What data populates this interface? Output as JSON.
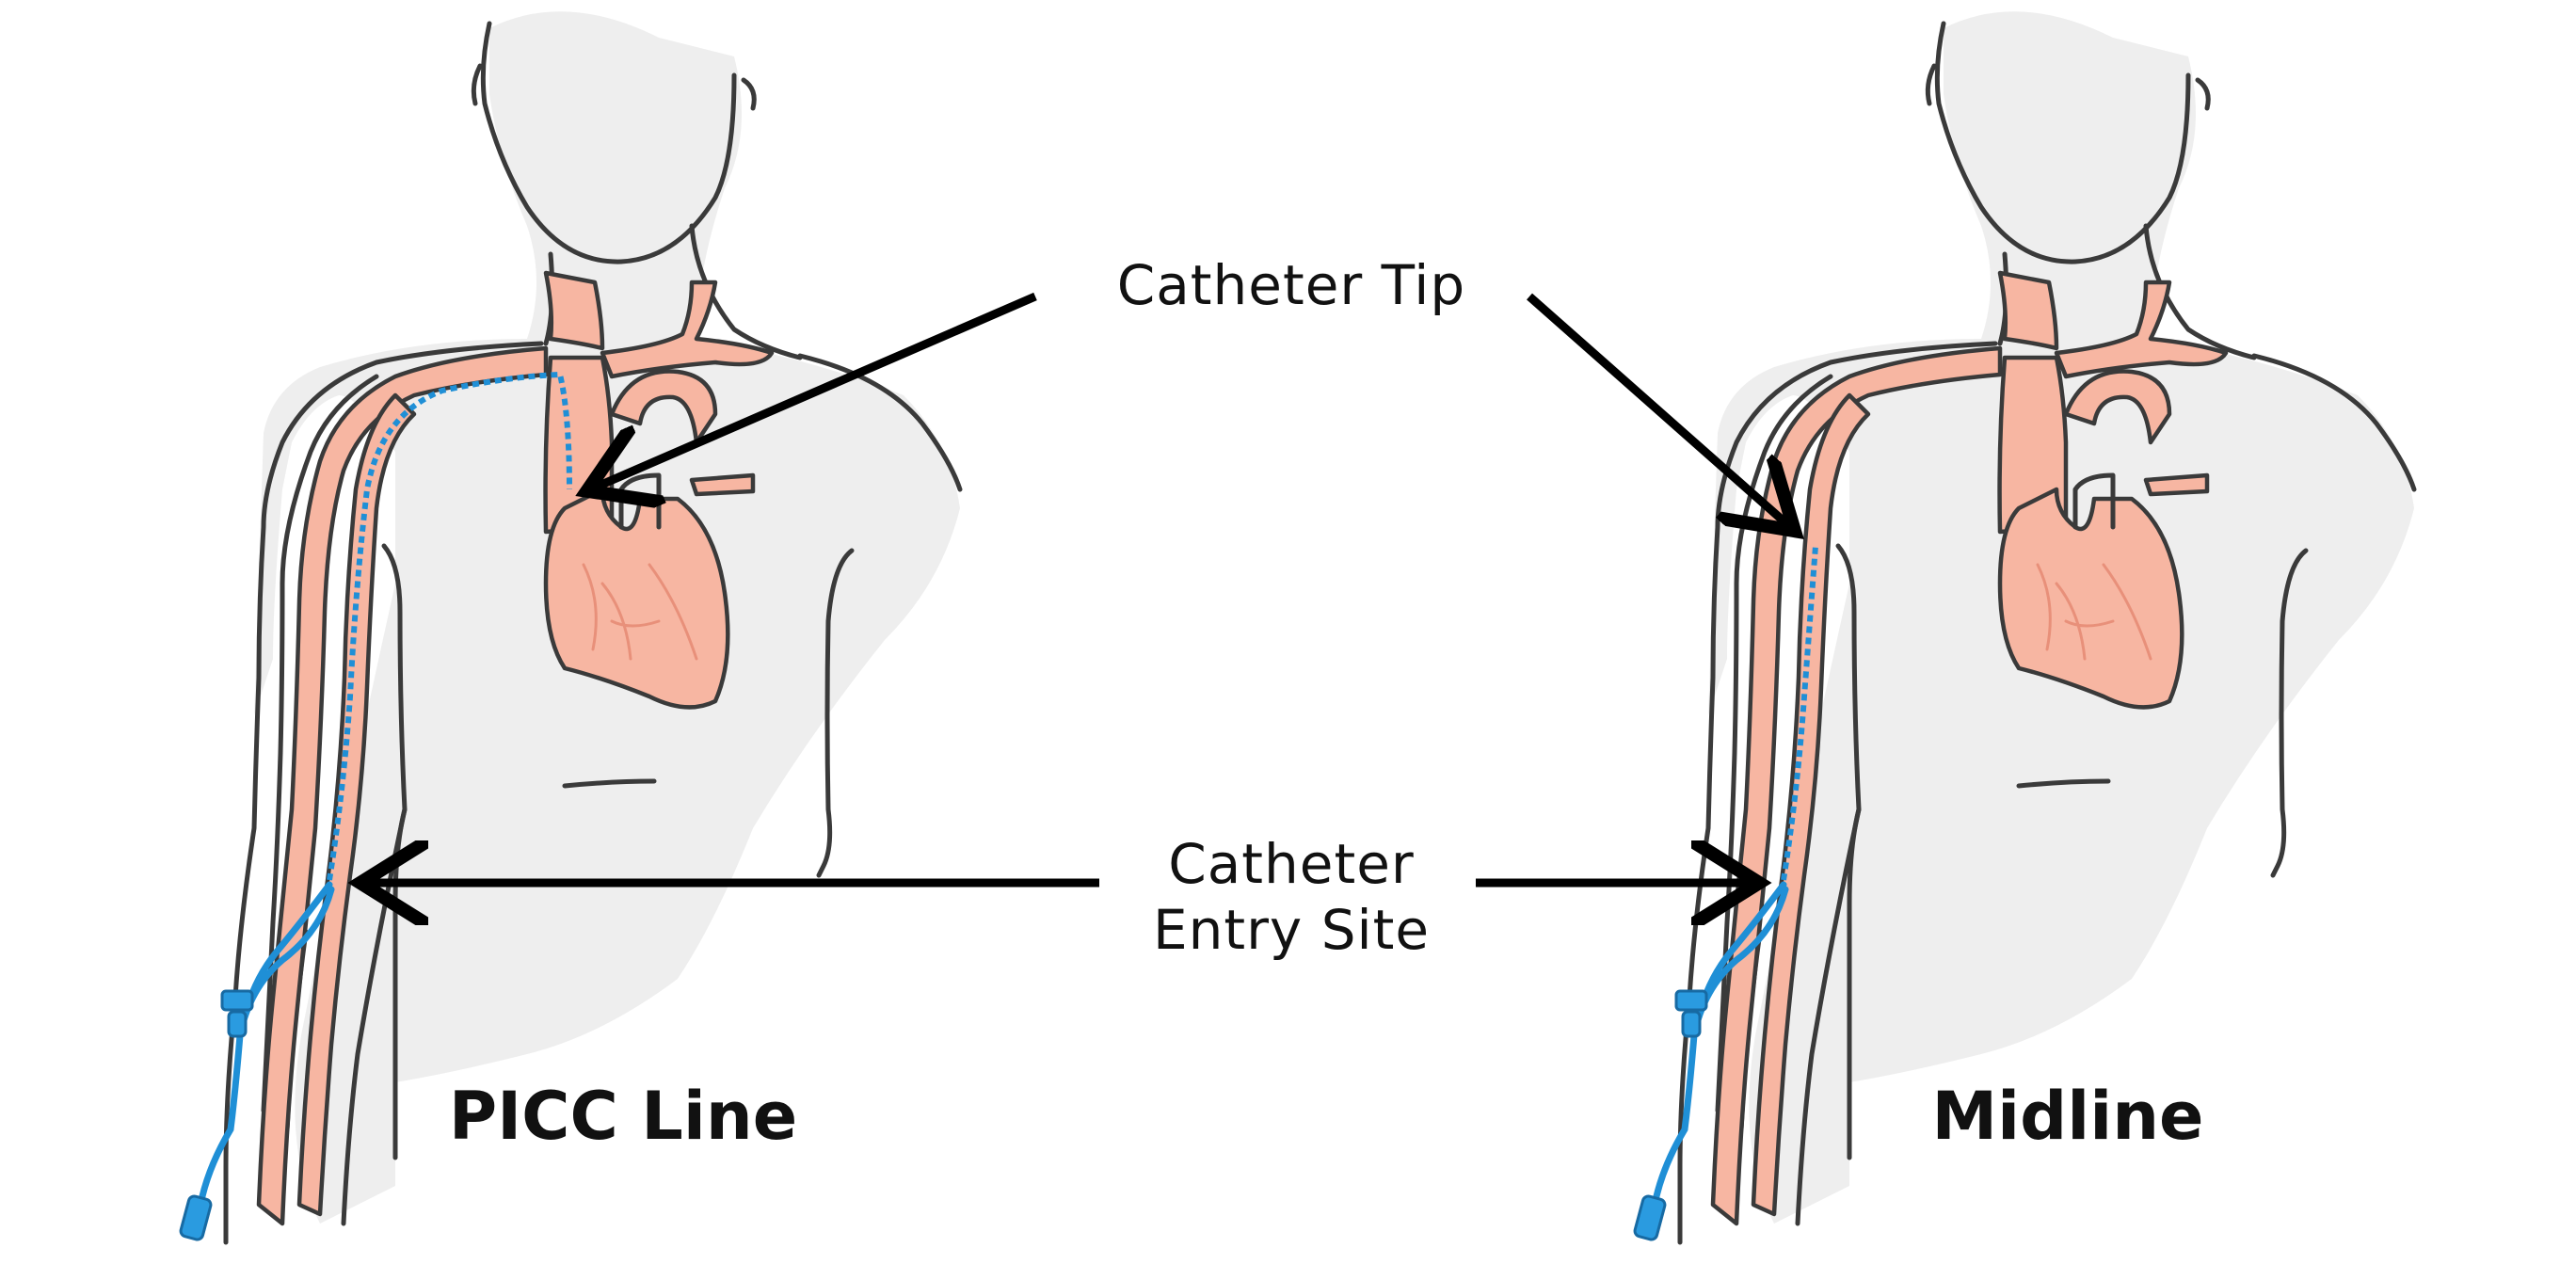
{
  "labels": {
    "catheter_tip": "Catheter Tip",
    "entry_site_line1": "Catheter",
    "entry_site_line2": "Entry Site",
    "left_title": "PICC Line",
    "right_title": "Midline"
  },
  "colors": {
    "vein": "#f7b6a2",
    "body_shade": "#eeeeee",
    "outline": "#3a3a3a",
    "catheter": "#1f8fd6",
    "arrow": "#000000"
  }
}
